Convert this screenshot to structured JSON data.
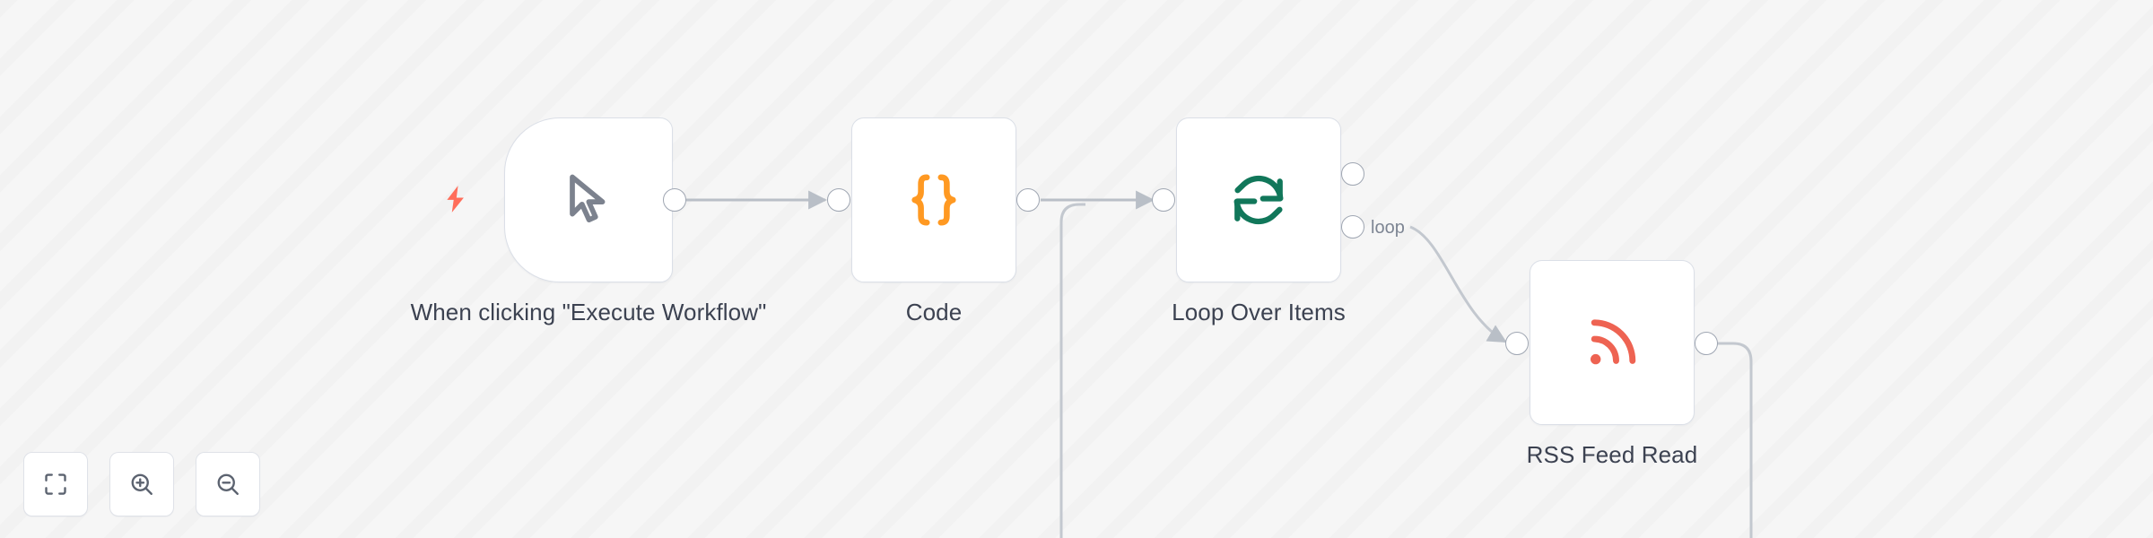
{
  "app": {
    "name": "n8n-workflow-canvas",
    "background_color": "#f6f6f6"
  },
  "colors": {
    "node_border": "#dbdfe7",
    "node_background": "#ffffff",
    "label_text": "#3c4251",
    "port_stroke": "#9fa6b2",
    "edge_stroke": "#b9bfc7",
    "port_label_text": "#7d8593",
    "trigger_bolt": "#ff6d5a",
    "code_icon": "#ff9922",
    "loop_icon": "#11775a",
    "rss_icon": "#ee6352"
  },
  "nodes": [
    {
      "id": "trigger",
      "name": "When clicking \"Execute Workflow\"",
      "label": "When clicking \"Execute Workflow\"",
      "icon": "mouse-pointer-icon",
      "type": "manual-trigger",
      "has_trigger_bolt": true,
      "inputs": 0,
      "outputs": 1
    },
    {
      "id": "code",
      "name": "Code",
      "label": "Code",
      "icon": "curly-braces-icon",
      "type": "code",
      "inputs": 1,
      "outputs": 1
    },
    {
      "id": "loop",
      "name": "Loop Over Items",
      "label": "Loop Over Items",
      "icon": "refresh-loop-icon",
      "type": "split-in-batches",
      "inputs": 1,
      "outputs": 2,
      "output_labels": [
        "",
        "loop"
      ]
    },
    {
      "id": "rss",
      "name": "RSS Feed Read",
      "label": "RSS Feed Read",
      "icon": "rss-icon",
      "type": "rss-feed-read",
      "inputs": 1,
      "outputs": 1
    }
  ],
  "connections": [
    {
      "from": "trigger",
      "to": "code",
      "label": ""
    },
    {
      "from": "code",
      "to": "loop",
      "label": ""
    },
    {
      "from": "loop",
      "to": "rss",
      "label": "loop"
    },
    {
      "from": "rss",
      "to": "loop",
      "label": ""
    }
  ],
  "port_labels": {
    "loop": "loop"
  },
  "zoom_controls": [
    {
      "id": "fit-view",
      "label": "Fit to view",
      "icon": "fit-view-icon"
    },
    {
      "id": "zoom-in",
      "label": "Zoom in",
      "icon": "zoom-in-icon"
    },
    {
      "id": "zoom-out",
      "label": "Zoom out",
      "icon": "zoom-out-icon"
    }
  ]
}
